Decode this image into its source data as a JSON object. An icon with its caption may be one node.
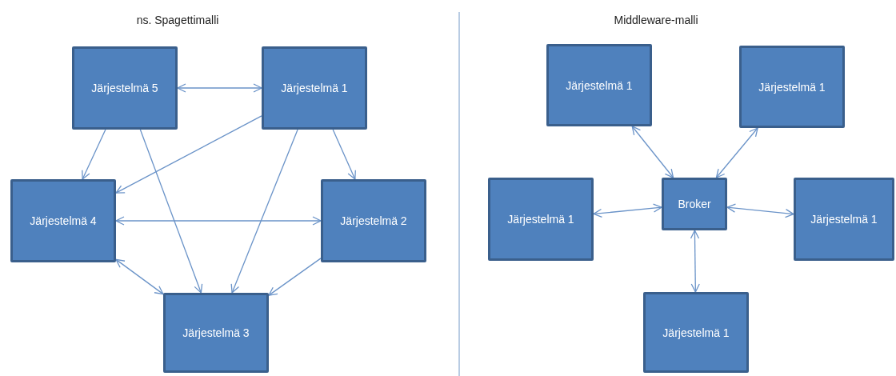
{
  "diagram": {
    "nodes": [
      {
        "text": [
          "Järjestelmä 5"
        ]
      },
      {
        "text": [
          "Järjestelmä 1"
        ]
      },
      {
        "text": [
          "Järjestelmä 4"
        ]
      },
      {
        "text": [
          "Järjestelmä 2"
        ]
      },
      {
        "text": [
          "Järjestelmä 3"
        ]
      },
      {
        "text": [
          "Järjestelmä 1"
        ]
      },
      {
        "text": [
          "Järjestelmä 1"
        ]
      },
      {
        "text": [
          "Järjestelmä 1"
        ]
      },
      {
        "text": [
          "Broker"
        ]
      },
      {
        "text": [
          "Järjestelmä 1"
        ]
      },
      {
        "text": [
          "Järjestelmä 1"
        ]
      }
    ],
    "edges": [
      {
        "from": 0,
        "to": 1,
        "arrow": "both"
      },
      {
        "from": 0,
        "to": 2,
        "arrow": "to"
      },
      {
        "from": 0,
        "to": 4,
        "arrow": "to"
      },
      {
        "from": 1,
        "to": 2,
        "arrow": "to"
      },
      {
        "from": 1,
        "to": 4,
        "arrow": "to"
      },
      {
        "from": 1,
        "to": 3,
        "arrow": "to"
      },
      {
        "from": 2,
        "to": 3,
        "arrow": "both"
      },
      {
        "from": 2,
        "to": 4,
        "arrow": "both"
      },
      {
        "from": 3,
        "to": 4,
        "arrow": "to"
      },
      {
        "from": 8,
        "to": 5,
        "arrow": "both"
      },
      {
        "from": 8,
        "to": 6,
        "arrow": "both"
      },
      {
        "from": 8,
        "to": 7,
        "arrow": "both"
      },
      {
        "from": 8,
        "to": 9,
        "arrow": "both"
      },
      {
        "from": 8,
        "to": 10,
        "arrow": "both"
      }
    ],
    "labels": [
      "ns. Spagettimalli",
      "Middleware-malli"
    ]
  }
}
